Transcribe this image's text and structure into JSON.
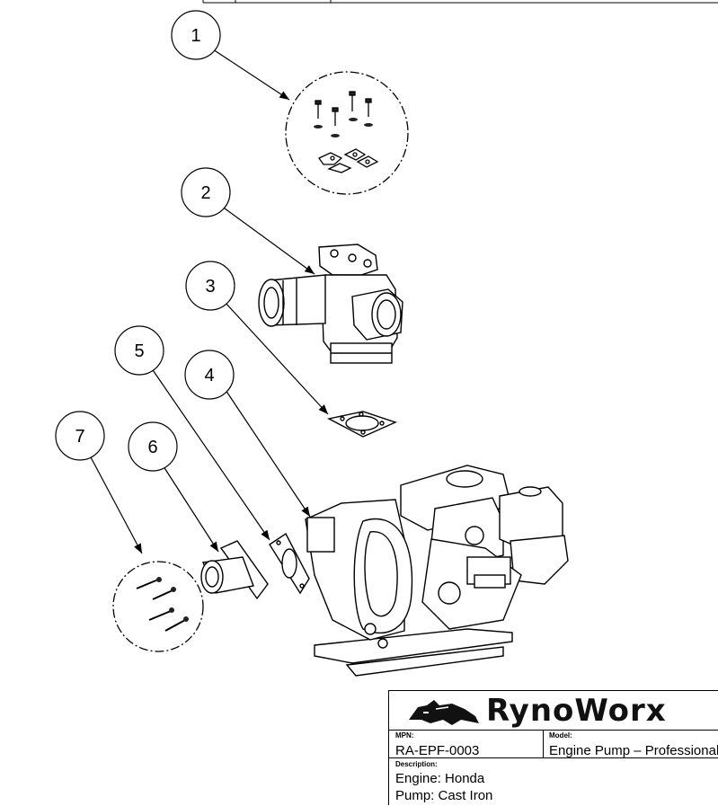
{
  "callouts": [
    {
      "number": "1"
    },
    {
      "number": "2"
    },
    {
      "number": "3"
    },
    {
      "number": "4"
    },
    {
      "number": "5"
    },
    {
      "number": "6"
    },
    {
      "number": "7"
    }
  ],
  "title_block": {
    "brand": "RynoWorx",
    "mpn_label": "MPN:",
    "mpn_value": "RA-EPF-0003",
    "model_label": "Model:",
    "model_value": "Engine Pump – Professional",
    "description_label": "Description:",
    "description_lines": [
      "Engine: Honda",
      "Pump: Cast Iron"
    ]
  }
}
